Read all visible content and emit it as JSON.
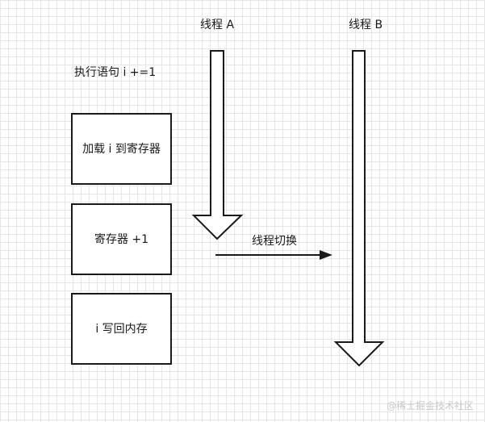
{
  "threads": {
    "a_label": "线程 A",
    "b_label": "线程 B"
  },
  "statement_label": "执行语句 i +=1",
  "steps": [
    "加载 i 到寄存器",
    "寄存器 +1",
    "i 写回内存"
  ],
  "switch_label": "线程切换",
  "watermark": "@稀土掘金技术社区",
  "colors": {
    "stroke": "#1a1a1a",
    "grid": "#e6e6e6",
    "watermark": "#c9c9c9"
  }
}
